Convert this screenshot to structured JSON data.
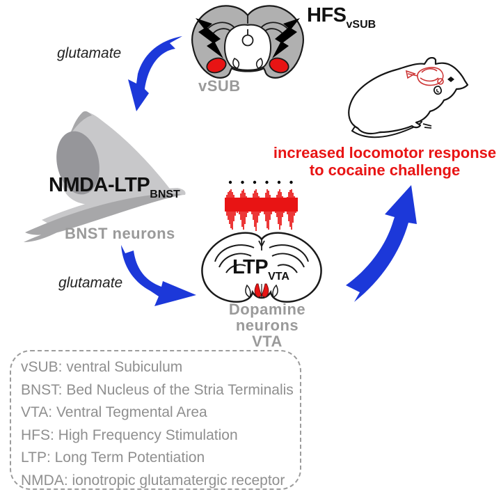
{
  "nodes": {
    "hfs_label": {
      "text": "HFS",
      "subscript": "vSUB"
    },
    "vsub_caption": "vSUB",
    "glutamate_upper": "glutamate",
    "nmda_ltp_label": {
      "text": "NMDA-LTP",
      "subscript": "BNST"
    },
    "bnst_caption": "BNST neurons",
    "glutamate_lower": "glutamate",
    "ltp_label": {
      "text": "LTP",
      "subscript": "VTA"
    },
    "vta_caption_line1": "Dopamine neurons",
    "vta_caption_line2": "VTA",
    "outcome_line1": "increased locomotor response",
    "outcome_line2": "to cocaine challenge"
  },
  "legend": {
    "items": [
      "vSUB: ventral Subiculum",
      "BNST: Bed Nucleus of the Stria Terminalis",
      "VTA: Ventral Tegmental Area",
      "HFS: High Frequency Stimulation",
      "LTP: Long Term Potentiation",
      "NMDA: ionotropic glutamatergic receptor"
    ]
  },
  "colors": {
    "arrow_blue": "#1c38d9",
    "accent_red": "#e81414",
    "label_gray": "#9a9a9a",
    "legend_gray": "#8f8f8f",
    "brain_gray": "#b0b0b0",
    "structure_light": "#c8c8ca",
    "structure_mid": "#a7a7a9",
    "structure_dark": "#96969a",
    "ink": "#1a1a1a",
    "rat_red": "#cc3333"
  }
}
